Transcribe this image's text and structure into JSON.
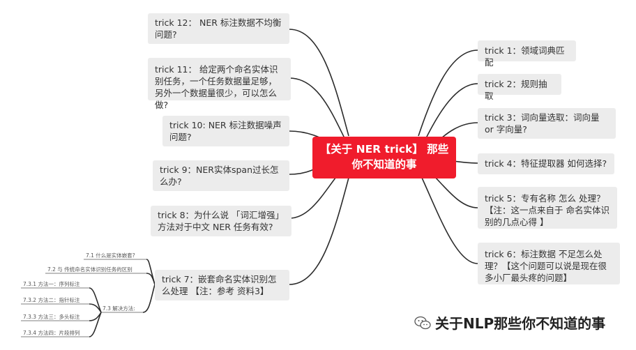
{
  "center_label": "【关于 NER trick】 那些你不知道的事",
  "right_nodes": [
    "trick 1：领域词典匹配",
    "trick 2：规则抽取",
    "trick 3：词向量选取：词向量 or 字向量?",
    "trick 4：特征提取器 如何选择?",
    "trick 5：专有名称 怎么 处理？【注：这一点来自于 命名实体识别的几点心得 】",
    "trick 6：标注数据 不足怎么处理？【这个问题可以说是现在很多小厂最头疼的问题】"
  ],
  "left_nodes": [
    "trick 12： NER 标注数据不均衡问题?",
    "trick 11： 给定两个命名实体识别任务，一个任务数据量足够，另外一个数据量很少，可以怎么做?",
    "trick 10: NER 标注数据噪声问题?",
    "trick 9：NER实体span过长怎么办?",
    "trick 8：为什么说 「词汇增强」 方法对于中文 NER 任务有效?",
    "trick 7：嵌套命名实体识别怎么处理 【注：参考 资料3】"
  ],
  "trick7_children": {
    "c1": "7.1 什么是实体嵌套?",
    "c2": "7.2 与 传统命名实体识别任务的区别",
    "c3": "7.3 解决方法:",
    "methods": [
      "7.3.1 方法一：序列标注",
      "7.3.2 方法二：指针标注",
      "7.3.3 方法三：多头标注",
      "7.3.4 方法四：片段排列"
    ]
  },
  "watermark": "关于NLP那些你不知道的事",
  "colors": {
    "center_bg": "#f01c2c",
    "node_bg": "#ececec",
    "branch": "#2b2b2b",
    "text": "#333333"
  }
}
